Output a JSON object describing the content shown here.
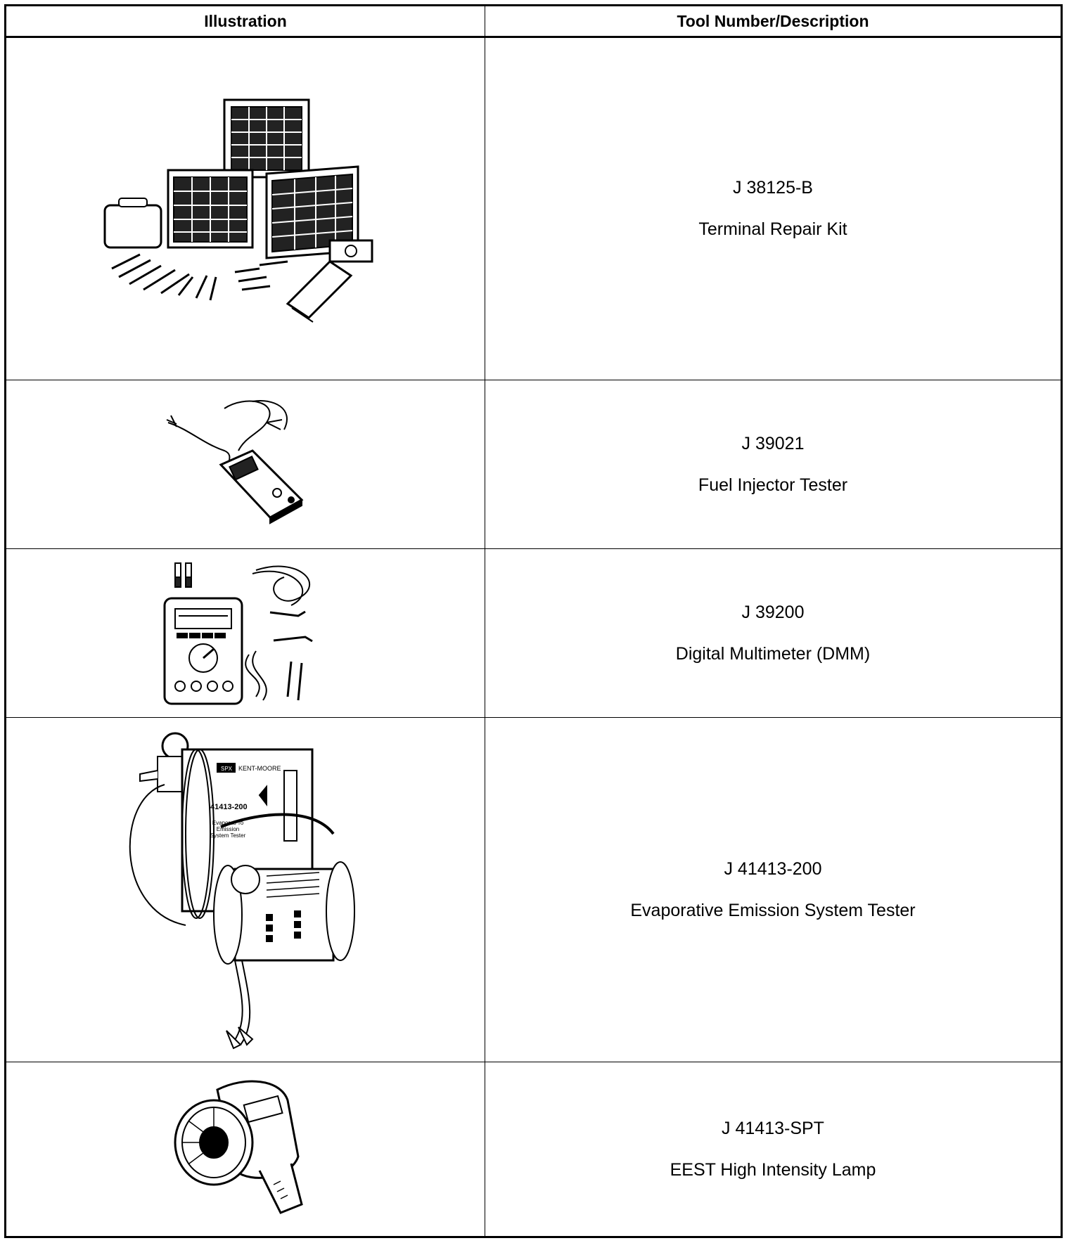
{
  "header": {
    "illustration": "Illustration",
    "tool": "Tool Number/Description"
  },
  "tools": [
    {
      "number": "J 38125-B",
      "description": "Terminal Repair Kit",
      "icon": "terminal-repair-kit-icon"
    },
    {
      "number": "J 39021",
      "description": "Fuel Injector Tester",
      "icon": "fuel-injector-tester-icon"
    },
    {
      "number": "J 39200",
      "description": "Digital Multimeter (DMM)",
      "icon": "digital-multimeter-icon"
    },
    {
      "number": "J 41413-200",
      "description": "Evaporative Emission System Tester",
      "icon": "evap-tester-icon",
      "device_labels": [
        "KENT-MOORE",
        "41413-200",
        "EvaporatPro Emission System Tester",
        "SPX"
      ]
    },
    {
      "number": "J 41413-SPT",
      "description": "EEST High Intensity Lamp",
      "icon": "high-intensity-lamp-icon"
    }
  ]
}
